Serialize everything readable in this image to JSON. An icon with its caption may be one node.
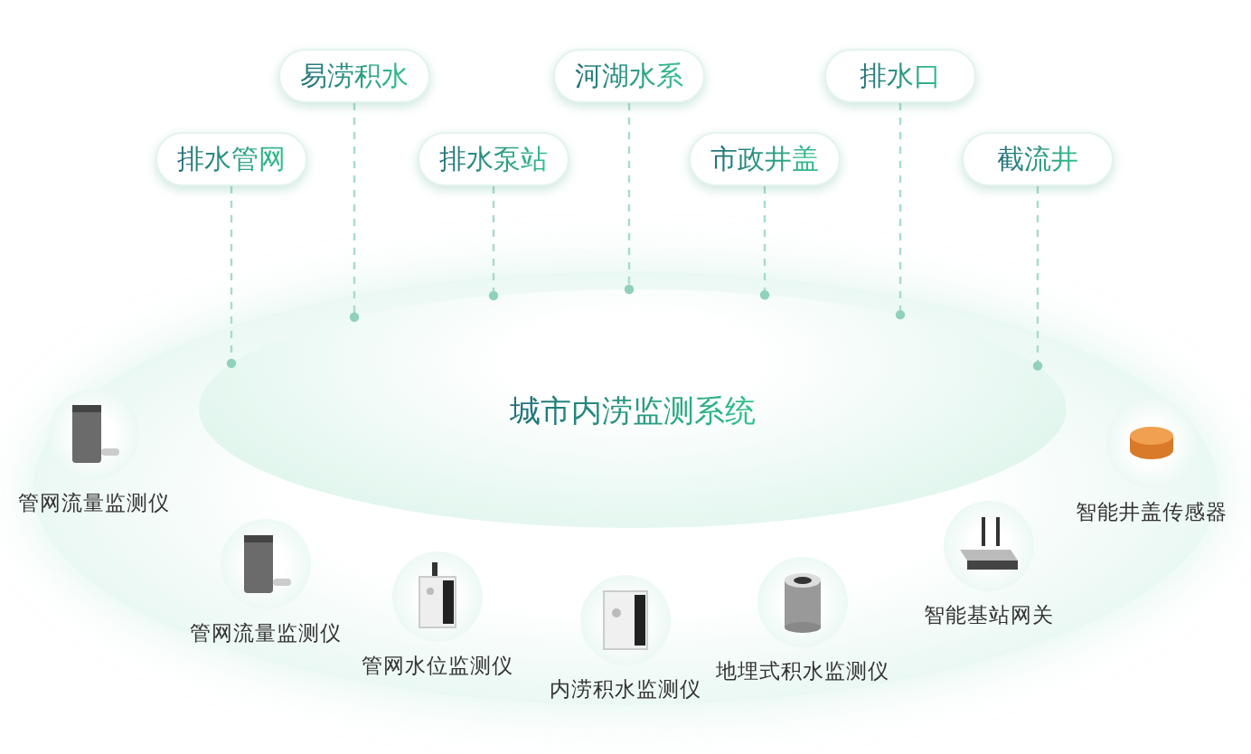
{
  "diagram": {
    "nodes": [
      {
        "text": [
          "排水管网"
        ]
      },
      {
        "text": [
          "易涝积水"
        ]
      },
      {
        "text": [
          "排水泵站"
        ]
      },
      {
        "text": [
          "河湖水系"
        ]
      },
      {
        "text": [
          "市政井盖"
        ]
      },
      {
        "text": [
          "排水口"
        ]
      },
      {
        "text": [
          "截流井"
        ]
      },
      {
        "text": [
          "城市内涝监测系统"
        ]
      },
      {
        "text": [
          "管网流量监测仪"
        ]
      },
      {
        "text": [
          "管网流量监测仪"
        ]
      },
      {
        "text": [
          "管网水位监测仪"
        ]
      },
      {
        "text": [
          "内涝积水监测仪"
        ]
      },
      {
        "text": [
          "地埋式积水监测仪"
        ]
      },
      {
        "text": [
          "智能基站网关"
        ]
      },
      {
        "text": [
          "智能井盖传感器"
        ]
      }
    ],
    "edges": [
      {
        "from": 0,
        "to": 7,
        "arrow": "other",
        "style": "dashed"
      },
      {
        "from": 1,
        "to": 7,
        "arrow": "other",
        "style": "dashed"
      },
      {
        "from": 2,
        "to": 7,
        "arrow": "other",
        "style": "dashed"
      },
      {
        "from": 3,
        "to": 7,
        "arrow": "other",
        "style": "dashed"
      },
      {
        "from": 4,
        "to": 7,
        "arrow": "other",
        "style": "dashed"
      },
      {
        "from": 5,
        "to": 7,
        "arrow": "other",
        "style": "dashed"
      },
      {
        "from": 6,
        "to": 7,
        "arrow": "other",
        "style": "dashed"
      }
    ]
  }
}
